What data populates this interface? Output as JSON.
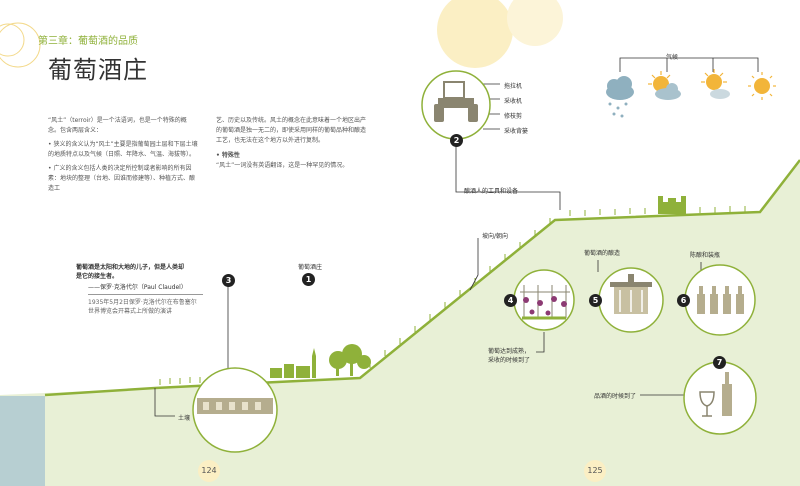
{
  "chapter": "第三章：葡萄酒的品质",
  "title": "葡萄酒庄",
  "left_text": {
    "intro": "“风土”（terroir）是一个法语词，也是一个特殊的概念。包含两层含义：",
    "bullet1": "• 狭义的含义认为“风土”主要是指葡萄园土层和下层土壤的地质特点以及气候（日照、年降水、气温、海拔等）。",
    "bullet2": "• 广义的含义包括人类的决定所控制或者影响的所有因素：地块的整理（台地、因谁而修建等）、种植方式、酿造工"
  },
  "mid_text": {
    "para": "艺、历史以及传统。风土的概念在此意味着一个地区出产的葡萄酒是独一无二的，即使采用同样的葡萄品种和酿造工艺，也无法在这个地方以外进行复制。",
    "feature_heading": "• 特殊性",
    "feature_body": "“风土”一词没有英语翻译，这是一种罕见的情况。"
  },
  "labels": {
    "weather": "气候",
    "tractor": "拖拉机",
    "harvester": "采收机",
    "pruner": "修枝剪",
    "basket": "采收背篓",
    "tools": "酿酒人的工具和设备",
    "slope": "坡向/朝向",
    "winery": "葡萄酒庄",
    "press_label": "葡萄酒的酿造",
    "bottling": "陈酿和装瓶",
    "ripe1": "葡萄达到成熟，",
    "ripe2": "采收的时候到了",
    "drink": "品酒的时候到了",
    "soil": "土壤"
  },
  "quote": {
    "line1": "葡萄酒是太阳和大地的儿子，但是人类却",
    "line2": "是它的接生者。",
    "author": "——保罗·克洛代尔（Paul Claudel）",
    "note1": "1935年5月2日保罗·克洛代尔在布鲁塞尔",
    "note2": "世界博览会开幕式上所做的演讲"
  },
  "badges": [
    "1",
    "2",
    "3",
    "4",
    "5",
    "6",
    "7"
  ],
  "page_left": "124",
  "page_right": "125",
  "colors": {
    "accent": "#8fb13a",
    "hill": "#e8f0d6",
    "water": "#b7cfd2",
    "sun_circle": "#fbefc4",
    "stone": "#b5ad8e",
    "grape": "#8c3a73"
  }
}
